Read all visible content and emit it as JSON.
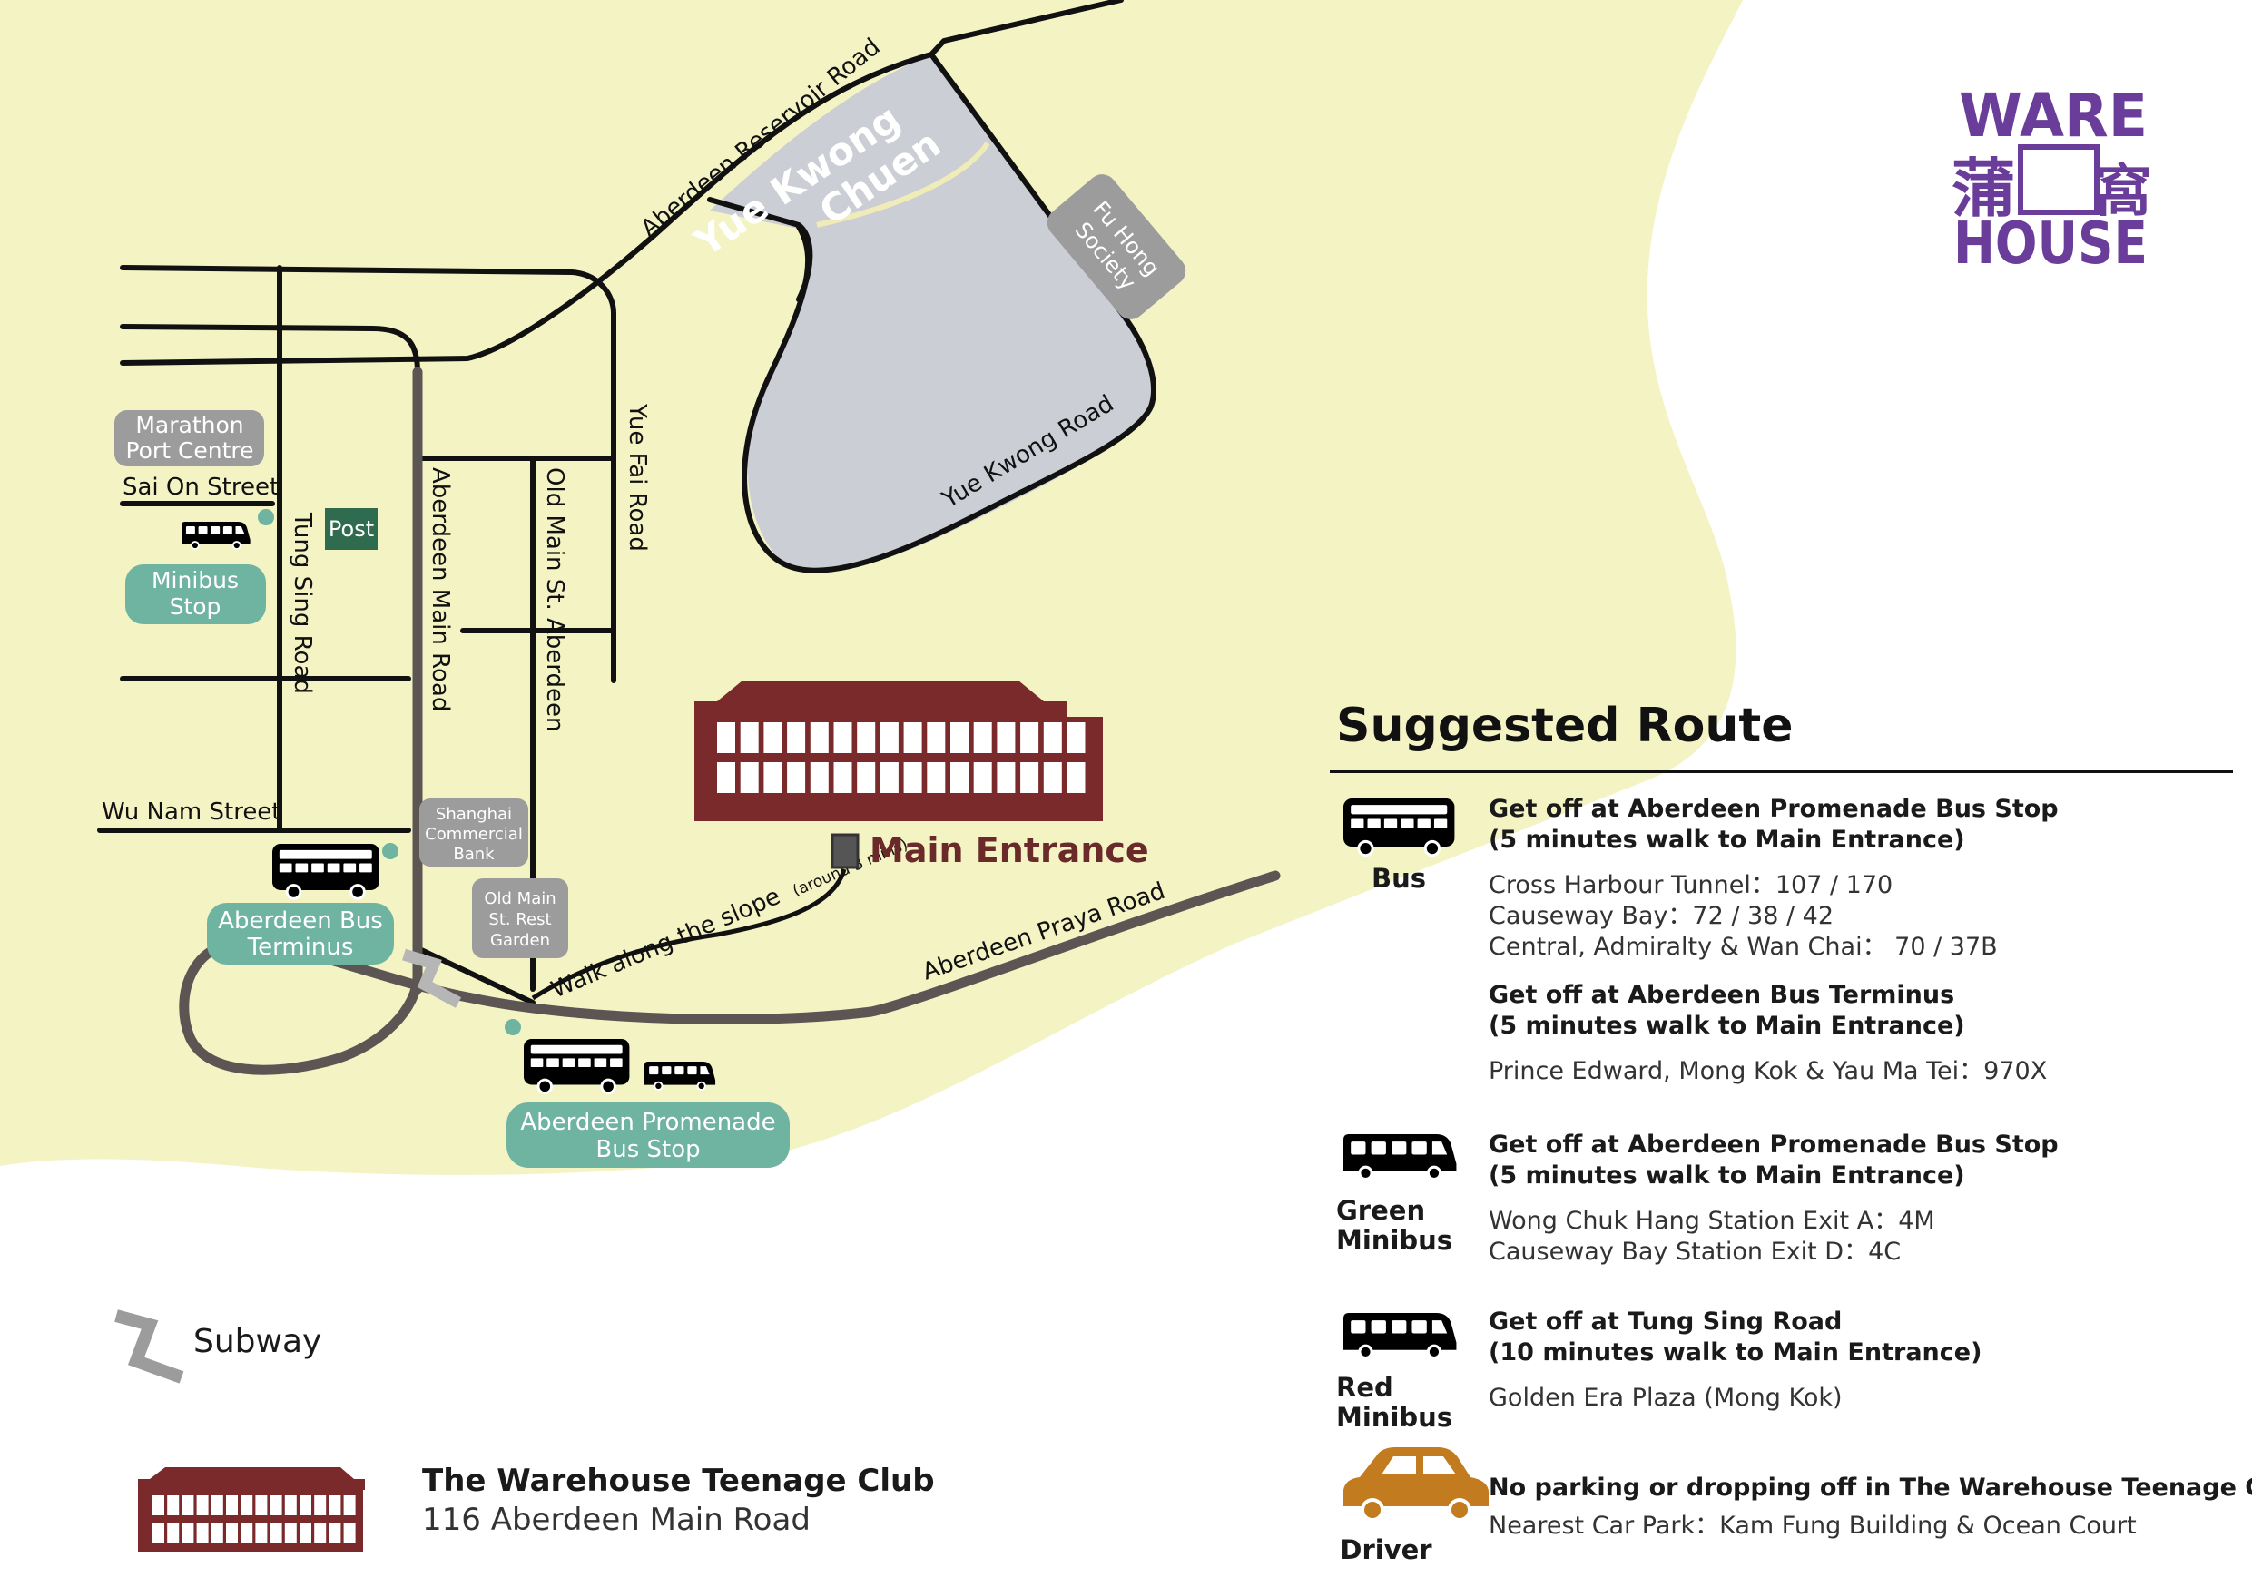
{
  "colors": {
    "land": "#f4f3c4",
    "estate": "#cbced4",
    "road": "#111111",
    "main_road": "#5b5654",
    "building": "#7b2a2c",
    "bus": "#4e6a94",
    "green_minibus": "#2f7560",
    "red_minibus": "#a82f34",
    "driver_car": "#c27b1e",
    "stop_badge": "#6fb3a1",
    "grey_badge": "#9d9c9c",
    "post_badge": "#2f6b4e",
    "logo": "#6a3d9a"
  },
  "logo": {
    "line1": "WARE",
    "left_char": "蒲",
    "right_char": "窩",
    "line3": "HOUSE"
  },
  "map": {
    "estate_name": "Yue Kwong Chuen",
    "roads": {
      "reservoir": "Aberdeen Reservoir Road",
      "yue_kwong": "Yue Kwong Road",
      "yue_fai": "Yue Fai Road",
      "old_main_st": "Old Main St. Aberdeen",
      "main_road": "Aberdeen Main Road",
      "tung_sing": "Tung Sing Road",
      "sai_on": "Sai On Street",
      "wu_nam": "Wu Nam Street",
      "praya": "Aberdeen Praya Road"
    },
    "landmarks": {
      "fu_hong": "Fu Hong Society",
      "marathon": [
        "Marathon",
        "Port Centre"
      ],
      "post": "Post",
      "shanghai_bank": [
        "Shanghai",
        "Commercial",
        "Bank"
      ],
      "rest_garden": [
        "Old Main",
        "St. Rest",
        "Garden"
      ]
    },
    "stops": {
      "minibus": [
        "Minibus",
        "Stop"
      ],
      "terminus": [
        "Aberdeen Bus",
        "Terminus"
      ],
      "promenade": [
        "Aberdeen Promenade",
        "Bus Stop"
      ]
    },
    "walk_main": "Walk along the slope",
    "walk_note": "(around 3 mins)",
    "main_entrance": "Main Entrance"
  },
  "legend": {
    "title": "Suggested Route",
    "bus": {
      "label": "Bus",
      "groups": [
        {
          "heading": [
            "Get off at Aberdeen Promenade Bus Stop",
            "(5 minutes walk to Main Entrance)"
          ],
          "lines": [
            "Cross Harbour Tunnel：107 / 170",
            "Causeway Bay：72 / 38 / 42",
            "Central, Admiralty & Wan Chai： 70 / 37B"
          ]
        },
        {
          "heading": [
            "Get off at Aberdeen Bus Terminus",
            "(5 minutes walk to Main Entrance)"
          ],
          "lines": [
            "Prince Edward, Mong Kok & Yau Ma Tei：970X"
          ]
        }
      ]
    },
    "green_minibus": {
      "label": [
        "Green",
        "Minibus"
      ],
      "heading": [
        "Get off at Aberdeen Promenade Bus Stop",
        "(5 minutes walk to Main Entrance)"
      ],
      "lines": [
        "Wong Chuk Hang Station Exit A：4M",
        "Causeway Bay Station Exit D：4C"
      ]
    },
    "red_minibus": {
      "label": [
        "Red",
        "Minibus"
      ],
      "heading": [
        "Get off at Tung Sing Road",
        "(10 minutes walk to Main Entrance)"
      ],
      "lines": [
        "Golden Era Plaza (Mong Kok)"
      ]
    },
    "driver": {
      "label": "Driver",
      "heading": "No parking or dropping off in The Warehouse Teenage Club",
      "line": "Nearest Car Park：Kam Fung Building & Ocean Court"
    }
  },
  "key": {
    "subway": "Subway",
    "club_name": "The Warehouse Teenage Club",
    "club_address": "116 Aberdeen Main Road"
  }
}
